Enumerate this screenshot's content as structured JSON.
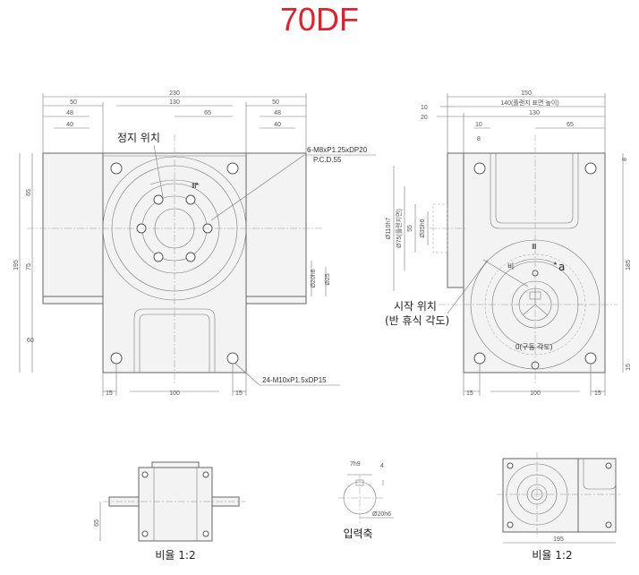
{
  "title": "70DF",
  "labels": {
    "stop_position": "정지 위치",
    "start_position": "시작 위치",
    "half_rest_angle": "(반 휴식 각도)",
    "input_shaft": "입력축",
    "scale_left": "비율 1:2",
    "scale_right": "비율 1:2",
    "zero_label": "0(구동 각도)",
    "label_a": "a",
    "label_b": "비",
    "roman_3_front": "Ⅲ",
    "roman_3_side": "Ⅲ"
  },
  "callouts": {
    "top_tap": "6-M8xP1.25xDP20",
    "pcd": "P.C.D.55",
    "base_tap": "24-M10xP1.5xDP15"
  },
  "front_dims": {
    "w230": "230",
    "w130": "130",
    "w50l": "50",
    "w50r": "50",
    "w48l": "48",
    "w48r": "48",
    "w40l": "40",
    "w40r": "40",
    "w65": "65",
    "h195": "195",
    "h65": "65",
    "h75": "75",
    "h60": "60",
    "d20": "Ø20h6",
    "d25": "Ø25",
    "b15l": "15",
    "b100": "100",
    "b15r": "15"
  },
  "side_dims": {
    "w150": "150",
    "w140": "140(플랜지 표면 높이)",
    "w130": "130",
    "w65": "65",
    "d10a": "10",
    "d20": "20",
    "d10b": "10",
    "d8": "8",
    "s8": "8",
    "d110": "Ø110h7",
    "d75": "Ø75(플랜지면)",
    "d55": "55",
    "d35": "Ø35h6",
    "h185": "185",
    "h15": "15",
    "b15l": "15",
    "b100": "100",
    "b15r": "15"
  },
  "small_dims": {
    "h65": "65",
    "key": "7h9",
    "k4": "4",
    "shaft": "Ø20h6",
    "w195": "195"
  }
}
